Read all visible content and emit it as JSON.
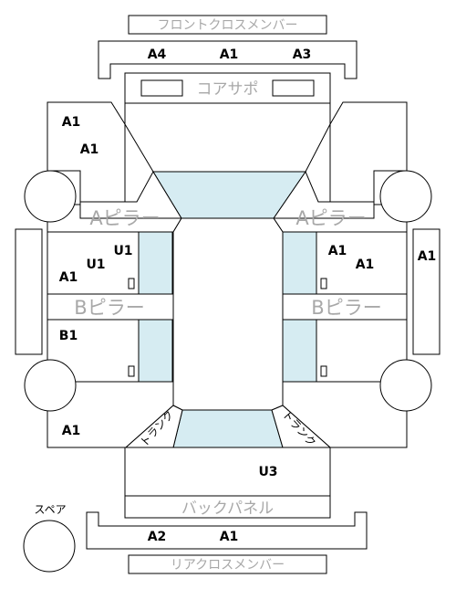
{
  "labels": {
    "front_cross_member": "フロントクロスメンバー",
    "core_support": "コアサポ",
    "a_pillar_left": "Aピラー",
    "a_pillar_right": "Aピラー",
    "b_pillar_left": "Bピラー",
    "b_pillar_right": "Bピラー",
    "back_panel": "バックパネル",
    "rear_cross_member": "リアクロスメンバー",
    "spare": "スペア",
    "trunk_left": "トランク",
    "trunk_right": "トランク"
  },
  "codes": {
    "front_cross_left": "A4",
    "front_cross_center": "A1",
    "front_cross_right": "A3",
    "front_left_fender_1": "A1",
    "front_left_fender_2": "A1",
    "left_front_door_1": "U1",
    "left_front_door_2": "U1",
    "left_front_door_3": "A1",
    "left_rear_door": "B1",
    "left_rear_fender": "A1",
    "right_front_door_1": "A1",
    "right_front_door_2": "A1",
    "right_side_sill": "A1",
    "trunk_lid": "U3",
    "rear_cross_left": "A2",
    "rear_cross_center": "A1"
  }
}
